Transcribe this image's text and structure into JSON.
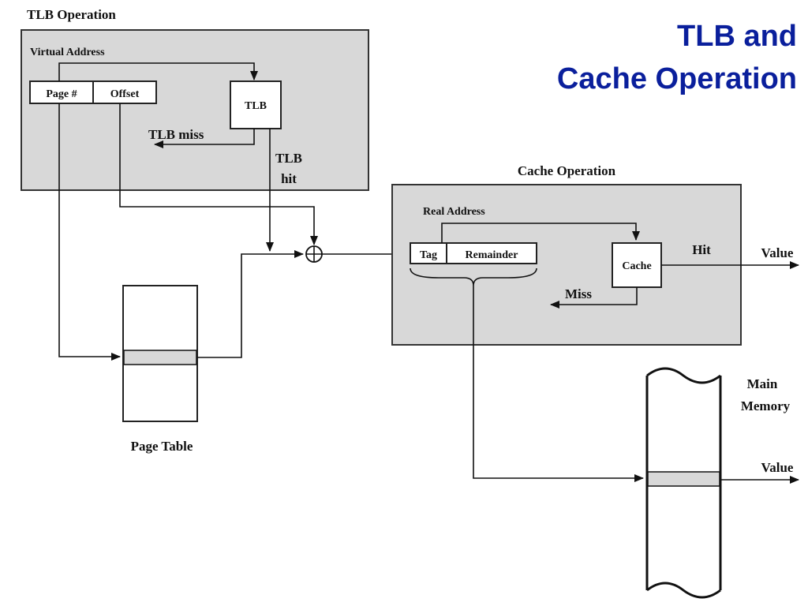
{
  "title": {
    "line1": "TLB and",
    "line2": "Cache Operation"
  },
  "tlb_section": {
    "heading": "TLB Operation",
    "virtual_address_label": "Virtual Address",
    "page_number_label": "Page #",
    "offset_label": "Offset",
    "tlb_label": "TLB",
    "tlb_miss_label": "TLB miss",
    "tlb_hit_line1": "TLB",
    "tlb_hit_line2": "hit"
  },
  "page_table": {
    "label": "Page Table"
  },
  "cache_section": {
    "heading": "Cache Operation",
    "real_address_label": "Real Address",
    "tag_label": "Tag",
    "remainder_label": "Remainder",
    "cache_label": "Cache",
    "hit_label": "Hit",
    "miss_label": "Miss",
    "value_label": "Value"
  },
  "main_memory": {
    "label_line1": "Main",
    "label_line2": "Memory",
    "value_label": "Value"
  },
  "symbols": {
    "combine": "⊕"
  }
}
